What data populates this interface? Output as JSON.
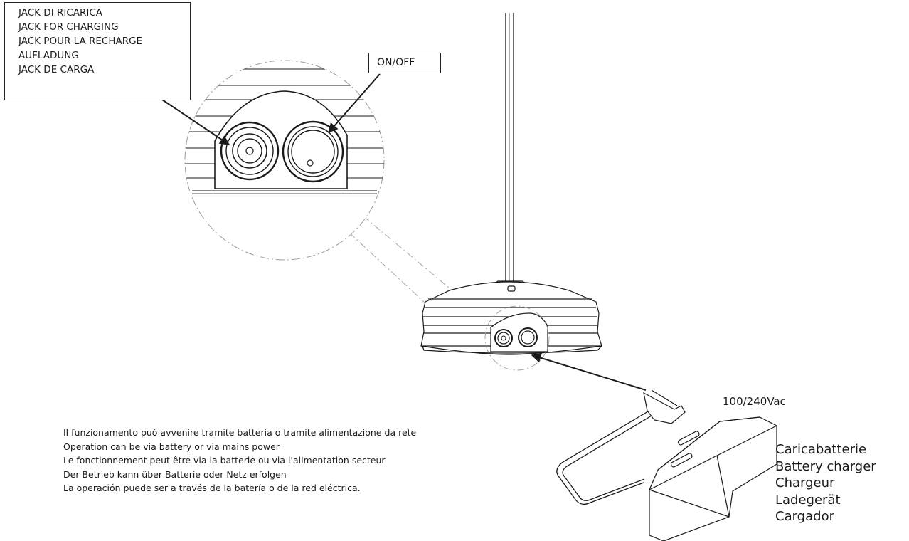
{
  "jack_callout": {
    "lines": [
      "JACK DI RICARICA",
      "JACK FOR CHARGING",
      "JACK POUR LA RECHARGE",
      "AUFLADUNG",
      "JACK DE CARGA"
    ]
  },
  "switch_callout": {
    "label": "ON/OFF"
  },
  "charger_voltage": "100/240Vac",
  "operation_notes": [
    "Il funzionamento può avvenire tramite batteria o tramite alimentazione da rete",
    "Operation can be via battery or via mains power",
    "Le fonctionnement peut être via la batterie ou via l'alimentation secteur",
    "Der Betrieb kann über Batterie oder Netz erfolgen",
    "La operación puede ser a través de la batería o de la red eléctrica."
  ],
  "charger_labels": [
    "Caricabatterie",
    "Battery charger",
    "Chargeur",
    "Ladegerät",
    "Cargador"
  ],
  "colors": {
    "line": "#1a1a1a",
    "guide": "#9a9a9a",
    "paper": "#ffffff"
  },
  "icons": [
    "charging-jack-icon",
    "power-switch-icon",
    "power-adapter-icon",
    "plug-prongs-icon"
  ]
}
